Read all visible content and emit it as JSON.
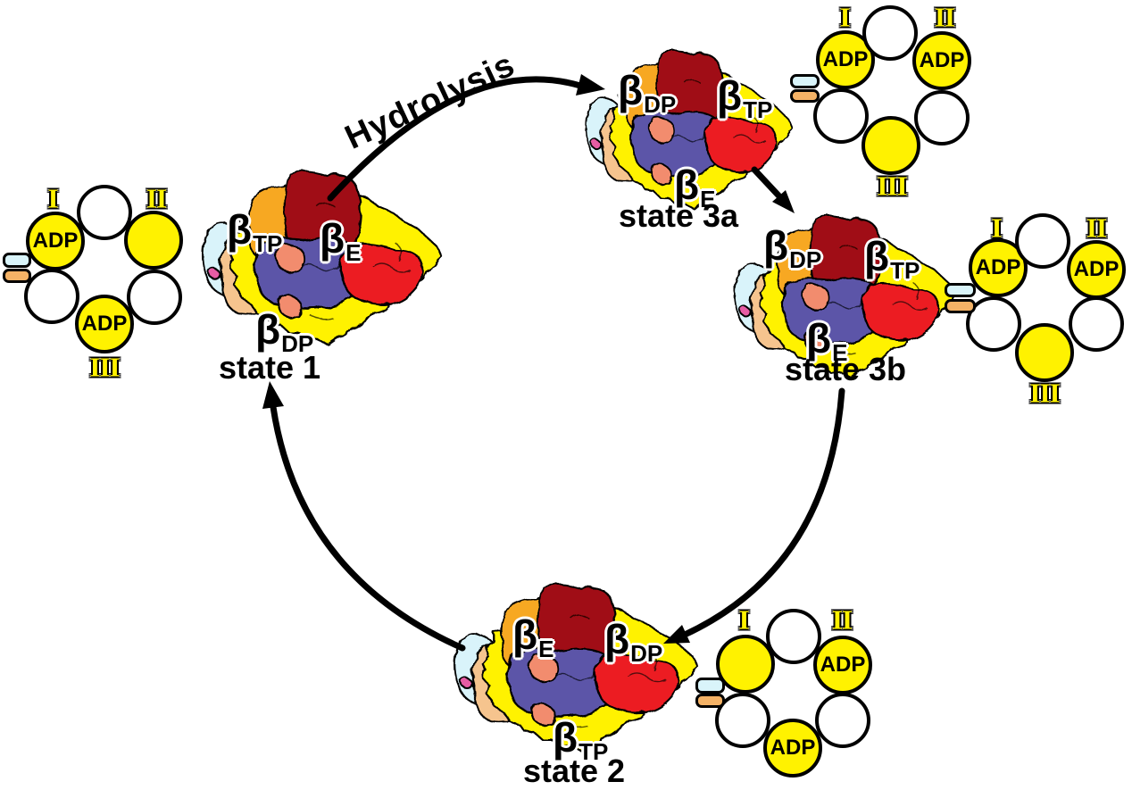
{
  "figure": {
    "background": "#FFFFFF",
    "description_labels_only": "rotary catalysis cycle figure"
  },
  "hydrolysis_label": "Hydrolysis",
  "states": {
    "state1": {
      "label": "state 1",
      "betas": {
        "upper_left": {
          "base": "β",
          "sub": "TP"
        },
        "upper_right": {
          "base": "β",
          "sub": "E"
        },
        "bottom": {
          "base": "β",
          "sub": "DP"
        }
      }
    },
    "state3a": {
      "label": "state 3a",
      "betas": {
        "upper_left": {
          "base": "β",
          "sub": "DP"
        },
        "upper_right": {
          "base": "β",
          "sub": "TP"
        },
        "bottom": {
          "base": "β",
          "sub": "E"
        }
      }
    },
    "state3b": {
      "label": "state 3b",
      "betas": {
        "upper_left": {
          "base": "β",
          "sub": "DP"
        },
        "upper_right": {
          "base": "β",
          "sub": "TP"
        },
        "bottom": {
          "base": "β",
          "sub": "E"
        }
      }
    },
    "state2": {
      "label": "state 2",
      "betas": {
        "upper_left": {
          "base": "β",
          "sub": "E"
        },
        "upper_right": {
          "base": "β",
          "sub": "DP"
        },
        "bottom": {
          "base": "β",
          "sub": "TP"
        }
      }
    }
  },
  "rings": {
    "state1": {
      "numeral_top_left": "I",
      "numeral_top_right": "II",
      "numeral_bottom": "III",
      "sites": {
        "upper_left": {
          "occupancy": "ADP-bound",
          "label": "ADP"
        },
        "top": {
          "occupancy": "empty",
          "label": ""
        },
        "upper_right": {
          "occupancy": "filled-unlabeled",
          "label": ""
        },
        "lower_left": {
          "occupancy": "empty",
          "label": ""
        },
        "bottom": {
          "occupancy": "ADP-bound",
          "label": "ADP"
        },
        "lower_right": {
          "occupancy": "empty",
          "label": ""
        }
      }
    },
    "state3a": {
      "numeral_top_left": "I",
      "numeral_top_right": "II",
      "numeral_bottom": "III",
      "sites": {
        "upper_left": {
          "occupancy": "ADP-bound",
          "label": "ADP"
        },
        "top": {
          "occupancy": "empty",
          "label": ""
        },
        "upper_right": {
          "occupancy": "ADP-bound",
          "label": "ADP"
        },
        "lower_left": {
          "occupancy": "empty",
          "label": ""
        },
        "bottom": {
          "occupancy": "filled-unlabeled",
          "label": ""
        },
        "lower_right": {
          "occupancy": "empty",
          "label": ""
        }
      }
    },
    "state3b": {
      "numeral_top_left": "I",
      "numeral_top_right": "II",
      "numeral_bottom": "III",
      "sites": {
        "upper_left": {
          "occupancy": "ADP-bound",
          "label": "ADP"
        },
        "top": {
          "occupancy": "empty",
          "label": ""
        },
        "upper_right": {
          "occupancy": "ADP-bound",
          "label": "ADP"
        },
        "lower_left": {
          "occupancy": "empty",
          "label": ""
        },
        "bottom": {
          "occupancy": "filled-unlabeled",
          "label": ""
        },
        "lower_right": {
          "occupancy": "empty",
          "label": ""
        }
      }
    },
    "state2": {
      "numeral_top_left": "I",
      "numeral_top_right": "II",
      "sites": {
        "upper_left": {
          "occupancy": "filled-unlabeled",
          "label": ""
        },
        "top": {
          "occupancy": "empty",
          "label": ""
        },
        "upper_right": {
          "occupancy": "ADP-bound",
          "label": "ADP"
        },
        "lower_left": {
          "occupancy": "empty",
          "label": ""
        },
        "bottom": {
          "occupancy": "ADP-bound",
          "label": "ADP"
        },
        "lower_right": {
          "occupancy": "empty",
          "label": ""
        }
      }
    }
  },
  "colors": {
    "site_yellow": "#FFF200",
    "tag_cyan": "#D9F4FA",
    "tag_orange": "#F4B266",
    "arrow_black": "#000000",
    "protein": {
      "yellow": "#FFF200",
      "orange": "#F7A823",
      "dark_red": "#A01112",
      "red": "#EC1C24",
      "purple": "#5C55A8",
      "salmon": "#F28C6E",
      "light_cyan": "#D9F3FA",
      "tan": "#F6C48E",
      "magenta": "#E75BA4"
    }
  }
}
